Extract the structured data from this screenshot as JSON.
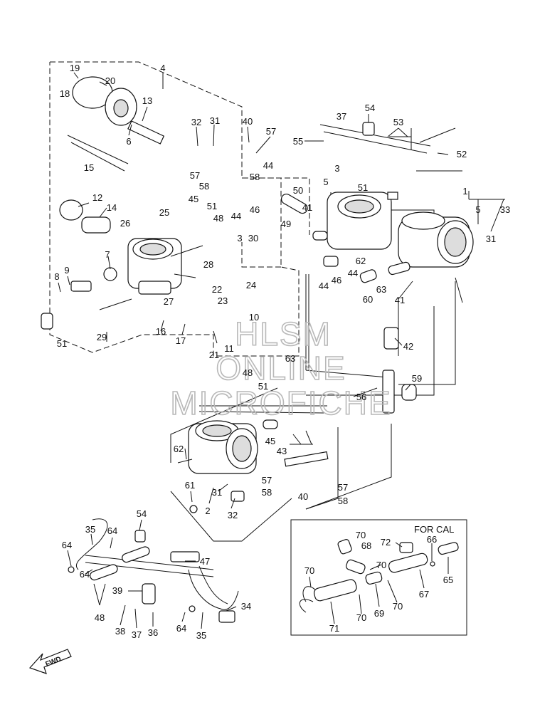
{
  "callouts": [
    "1",
    "2",
    "3",
    "4",
    "5",
    "6",
    "7",
    "8",
    "9",
    "10",
    "11",
    "12",
    "13",
    "14",
    "15",
    "16",
    "17",
    "18",
    "19",
    "20",
    "21",
    "22",
    "23",
    "24",
    "25",
    "26",
    "27",
    "28",
    "29",
    "30",
    "31",
    "32",
    "33",
    "34",
    "35",
    "36",
    "37",
    "38",
    "39",
    "40",
    "41",
    "42",
    "43",
    "44",
    "45",
    "46",
    "47",
    "48",
    "49",
    "50",
    "51",
    "52",
    "53",
    "54",
    "55",
    "56",
    "57",
    "58",
    "59",
    "60",
    "61",
    "62",
    "63",
    "64",
    "65",
    "66",
    "67",
    "68",
    "69",
    "70",
    "71",
    "72"
  ],
  "inset": {
    "title": "FOR CAL"
  },
  "watermark": {
    "line1": "HLSM",
    "line2": "ONLINE",
    "line3": "MICROFICHE"
  },
  "direction_arrow": "FWD"
}
